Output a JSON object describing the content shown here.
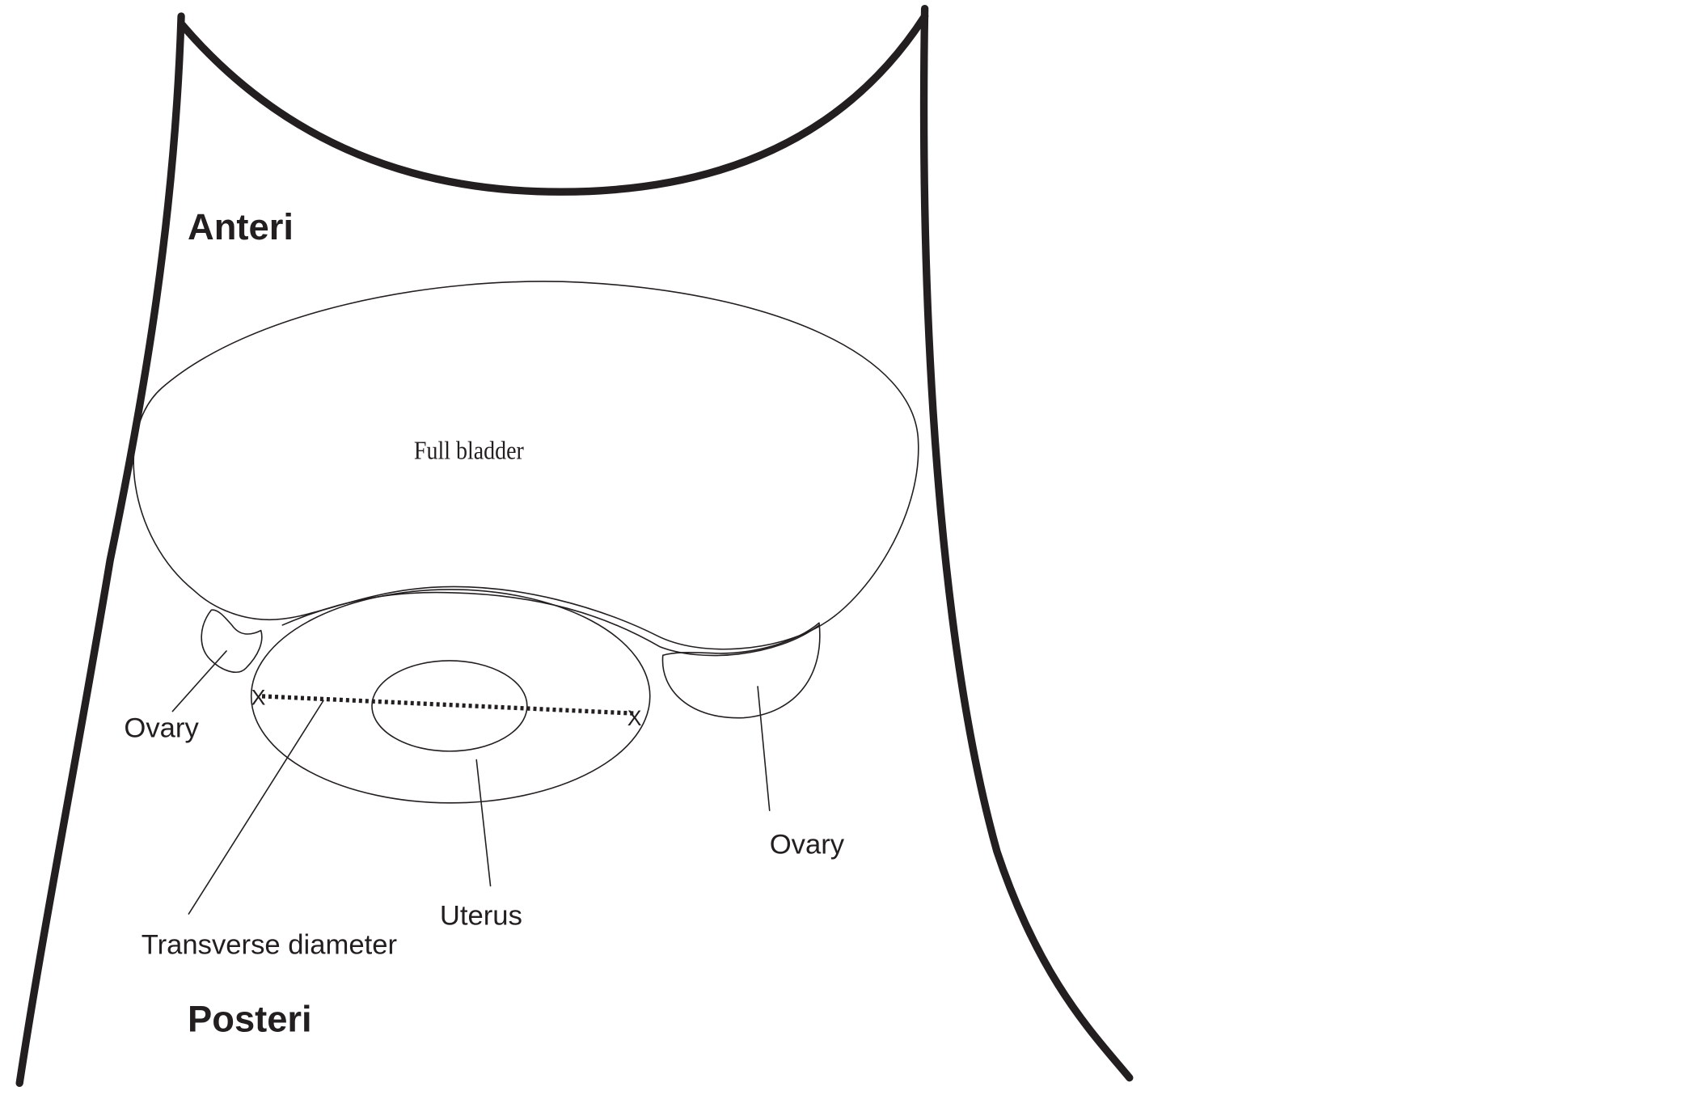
{
  "labels": {
    "anterior": "Anteri",
    "posterior": "Posteri",
    "bladder": "Full bladder",
    "ovary_left": "Ovary",
    "ovary_right": "Ovary",
    "uterus": "Uterus",
    "transverse_diameter": "Transverse diameter",
    "marker_left": "X",
    "marker_right": "X"
  },
  "colors": {
    "stroke": "#231f20",
    "background": "#ffffff"
  }
}
